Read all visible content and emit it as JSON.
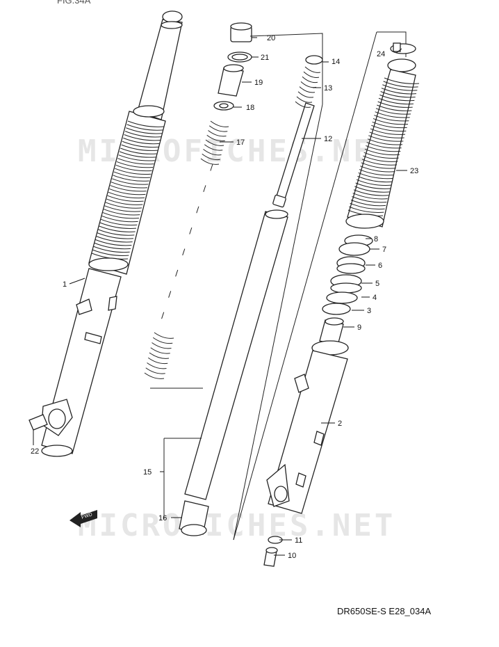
{
  "diagram": {
    "figure_label": "FIG.34A",
    "drawing_code": "DR650SE-S E28_034A",
    "watermark": "MICROFICHES.NET",
    "fwd_label": "FWD",
    "callouts": {
      "p1": "1",
      "p2": "2",
      "p3": "3",
      "p4": "4",
      "p5": "5",
      "p6": "6",
      "p7": "7",
      "p8": "8",
      "p9": "9",
      "p10": "10",
      "p11": "11",
      "p12": "12",
      "p13": "13",
      "p14": "14",
      "p15": "15",
      "p16": "16",
      "p17": "17",
      "p18": "18",
      "p19": "19",
      "p20": "20",
      "p21": "21",
      "p22": "22",
      "p23": "23",
      "p24": "24"
    }
  }
}
